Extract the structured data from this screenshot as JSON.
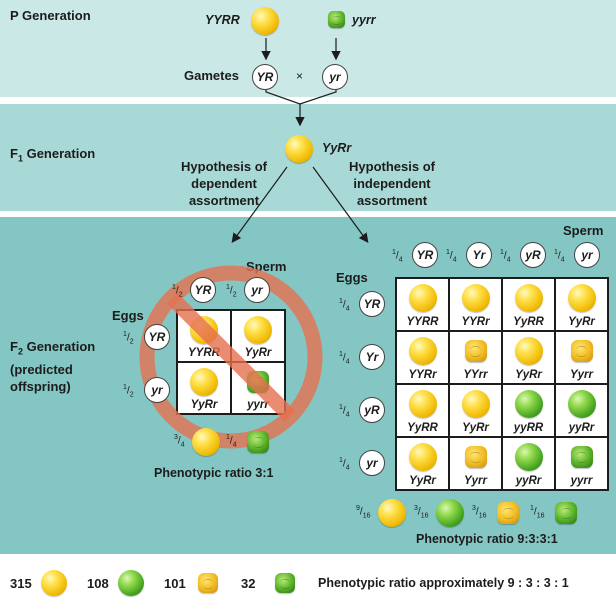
{
  "p_generation": {
    "label": "P Generation",
    "parent1_genotype": "YYRR",
    "parent2_genotype": "yyrr",
    "gametes_label": "Gametes",
    "gamete1": "YR",
    "gamete2": "yr",
    "cross_symbol": "×"
  },
  "f1_generation": {
    "label_main": "F",
    "label_sub": "1",
    "label_rest": " Generation",
    "genotype": "YyRr",
    "hypothesis_dependent": [
      "Hypothesis of",
      "dependent",
      "assortment"
    ],
    "hypothesis_independent": [
      "Hypothesis of",
      "independent",
      "assortment"
    ]
  },
  "f2_generation": {
    "label_main": "F",
    "label_sub": "2",
    "label_rest": " Generation",
    "label_line2": "(predicted",
    "label_line3": "offspring)"
  },
  "dependent": {
    "sperm_label": "Sperm",
    "eggs_label": "Eggs",
    "sperm_gametes": [
      {
        "num": "1",
        "den": "2",
        "allele": "YR"
      },
      {
        "num": "1",
        "den": "2",
        "allele": "yr"
      }
    ],
    "egg_gametes": [
      {
        "num": "1",
        "den": "2",
        "allele": "YR"
      },
      {
        "num": "1",
        "den": "2",
        "allele": "yr"
      }
    ],
    "cells": [
      [
        {
          "g": "YYRR",
          "p": "yellow-round"
        },
        {
          "g": "YyRr",
          "p": "yellow-round"
        }
      ],
      [
        {
          "g": "YyRr",
          "p": "yellow-round"
        },
        {
          "g": "yyrr",
          "p": "green-wrinkled"
        }
      ]
    ],
    "outcome": [
      {
        "num": "3",
        "den": "4",
        "p": "yellow-round"
      },
      {
        "num": "1",
        "den": "4",
        "p": "green-wrinkled"
      }
    ],
    "ratio": "Phenotypic ratio 3:1"
  },
  "independent": {
    "sperm_label": "Sperm",
    "eggs_label": "Eggs",
    "sperm_gametes": [
      {
        "num": "1",
        "den": "4",
        "allele": "YR"
      },
      {
        "num": "1",
        "den": "4",
        "allele": "Yr"
      },
      {
        "num": "1",
        "den": "4",
        "allele": "yR"
      },
      {
        "num": "1",
        "den": "4",
        "allele": "yr"
      }
    ],
    "egg_gametes": [
      {
        "num": "1",
        "den": "4",
        "allele": "YR"
      },
      {
        "num": "1",
        "den": "4",
        "allele": "Yr"
      },
      {
        "num": "1",
        "den": "4",
        "allele": "yR"
      },
      {
        "num": "1",
        "den": "4",
        "allele": "yr"
      }
    ],
    "cells": [
      [
        {
          "g": "YYRR",
          "p": "yellow-round"
        },
        {
          "g": "YYRr",
          "p": "yellow-round"
        },
        {
          "g": "YyRR",
          "p": "yellow-round"
        },
        {
          "g": "YyRr",
          "p": "yellow-round"
        }
      ],
      [
        {
          "g": "YYRr",
          "p": "yellow-round"
        },
        {
          "g": "YYrr",
          "p": "yellow-wrinkled"
        },
        {
          "g": "YyRr",
          "p": "yellow-round"
        },
        {
          "g": "Yyrr",
          "p": "yellow-wrinkled"
        }
      ],
      [
        {
          "g": "YyRR",
          "p": "yellow-round"
        },
        {
          "g": "YyRr",
          "p": "yellow-round"
        },
        {
          "g": "yyRR",
          "p": "green-round"
        },
        {
          "g": "yyRr",
          "p": "green-round"
        }
      ],
      [
        {
          "g": "YyRr",
          "p": "yellow-round"
        },
        {
          "g": "Yyrr",
          "p": "yellow-wrinkled"
        },
        {
          "g": "yyRr",
          "p": "green-round"
        },
        {
          "g": "yyrr",
          "p": "green-wrinkled"
        }
      ]
    ],
    "outcome": [
      {
        "num": "9",
        "den": "16",
        "p": "yellow-round"
      },
      {
        "num": "3",
        "den": "16",
        "p": "green-round"
      },
      {
        "num": "3",
        "den": "16",
        "p": "yellow-wrinkled"
      },
      {
        "num": "1",
        "den": "16",
        "p": "green-wrinkled"
      }
    ],
    "ratio": "Phenotypic ratio 9:3:3:1"
  },
  "observed": {
    "counts": [
      {
        "n": "315",
        "p": "yellow-round"
      },
      {
        "n": "108",
        "p": "green-round"
      },
      {
        "n": "101",
        "p": "yellow-wrinkled"
      },
      {
        "n": "32",
        "p": "green-wrinkled"
      }
    ],
    "ratio": "Phenotypic ratio approximately 9 : 3 : 3 : 1"
  },
  "colors": {
    "p_band": "#c9e8e6",
    "f1_band": "#a9d9d6",
    "f2_band": "#84c6c3",
    "prohibition": "#e6704f"
  }
}
